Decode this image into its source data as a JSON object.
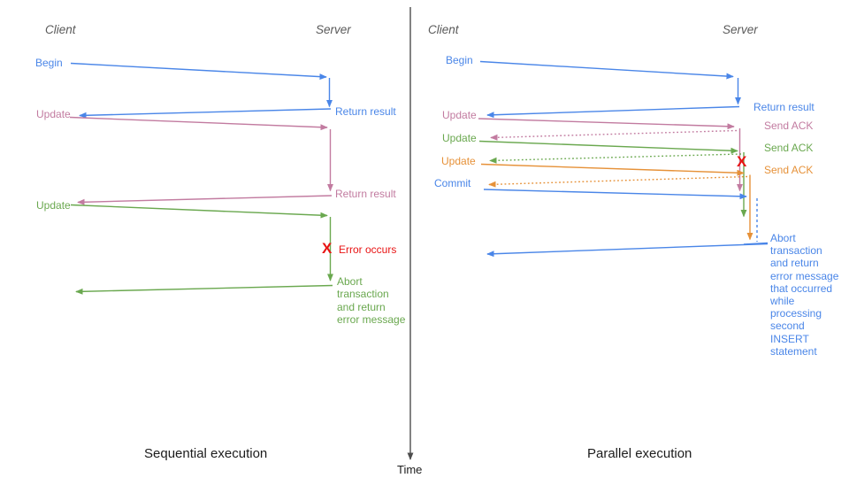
{
  "palette": {
    "blue": "#4a86e8",
    "pink": "#c27ba0",
    "green": "#6aa84f",
    "orange": "#e69138",
    "red": "#e81414",
    "header_gray": "#595959",
    "axis_gray": "#4d4d4d",
    "caption_black": "#1c1c1c"
  },
  "time_axis": {
    "label": "Time"
  },
  "left": {
    "client_header": "Client",
    "server_header": "Server",
    "caption": "Sequential execution",
    "labels": {
      "begin": "Begin",
      "return_result_1": "Return result",
      "update_1": "Update",
      "return_result_2": "Return result",
      "update_2": "Update",
      "error_mark": "X",
      "error_occurs": "Error occurs"
    },
    "abort_lines": [
      "Abort",
      "transaction",
      "and return",
      "error message"
    ]
  },
  "right": {
    "client_header": "Client",
    "server_header": "Server",
    "caption": "Parallel execution",
    "labels": {
      "begin": "Begin",
      "return_result": "Return result",
      "update_1": "Update",
      "send_ack_1": "Send ACK",
      "update_2": "Update",
      "send_ack_2": "Send ACK",
      "update_3": "Update",
      "send_ack_3": "Send ACK",
      "commit": "Commit",
      "error_mark": "X"
    },
    "abort_lines": [
      "Abort",
      "transaction",
      "and return",
      "error message",
      "that occurred",
      "while",
      "processing",
      "second",
      "INSERT",
      "statement"
    ]
  }
}
